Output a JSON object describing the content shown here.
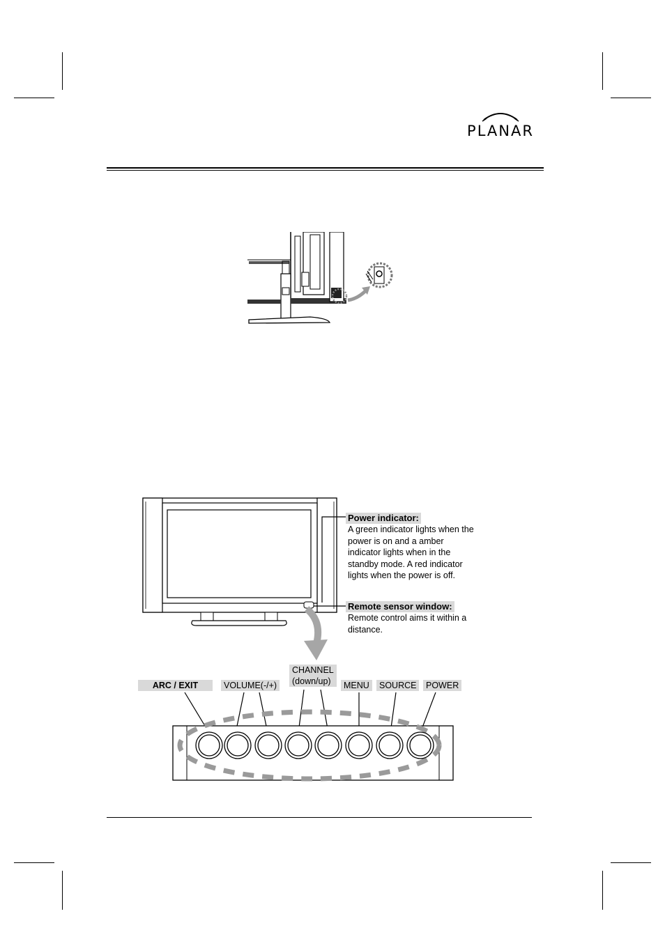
{
  "header": {
    "logo_text": "PLANAR"
  },
  "front_panel": {
    "power_indicator": {
      "title": "Power indicator:",
      "body": "A green indicator lights when the power is on and a amber indicator lights when in the standby mode. A red indicator lights when the power is off."
    },
    "remote_sensor": {
      "title": "Remote sensor window:",
      "body": "Remote control aims it within a distance."
    }
  },
  "control_buttons": {
    "labels": {
      "arc_exit": "ARC / EXIT",
      "volume": "VOLUME(-/+)",
      "channel_line1": "CHANNEL",
      "channel_line2": "(down/up)",
      "menu": "MENU",
      "source": "SOURCE",
      "power": "POWER"
    }
  },
  "colors": {
    "label_bg": "#d9d9d9",
    "dash_ring": "#9a9a9a",
    "arrow": "#a6a6a6"
  }
}
